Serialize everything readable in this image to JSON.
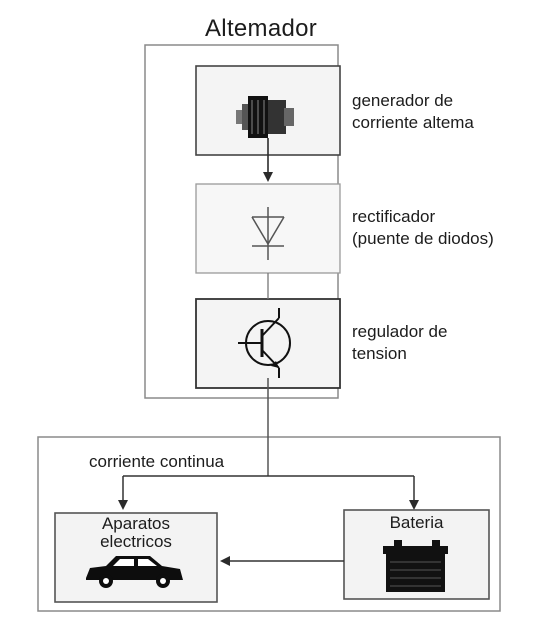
{
  "diagram": {
    "title": "Altemador",
    "stages": [
      {
        "name": "generator",
        "label_line1": "generador de",
        "label_line2": "corriente altema"
      },
      {
        "name": "rectifier",
        "label_line1": "rectificador",
        "label_line2": "(puente de diodos)"
      },
      {
        "name": "regulator",
        "label_line1": "regulador de",
        "label_line2": "tension"
      }
    ],
    "output": {
      "label": "corriente continua"
    },
    "devices": {
      "label_line1": "Aparatos",
      "label_line2": "electricos"
    },
    "battery": {
      "label": "Bateria"
    }
  },
  "icons": {
    "generator": "alternator-icon",
    "rectifier": "diode-icon",
    "regulator": "transistor-icon",
    "devices": "car-icon",
    "battery": "battery-icon"
  },
  "colors": {
    "stroke": "#2b2b2b",
    "box_border": "#888888",
    "panel_fill": "#f2f2f2"
  }
}
